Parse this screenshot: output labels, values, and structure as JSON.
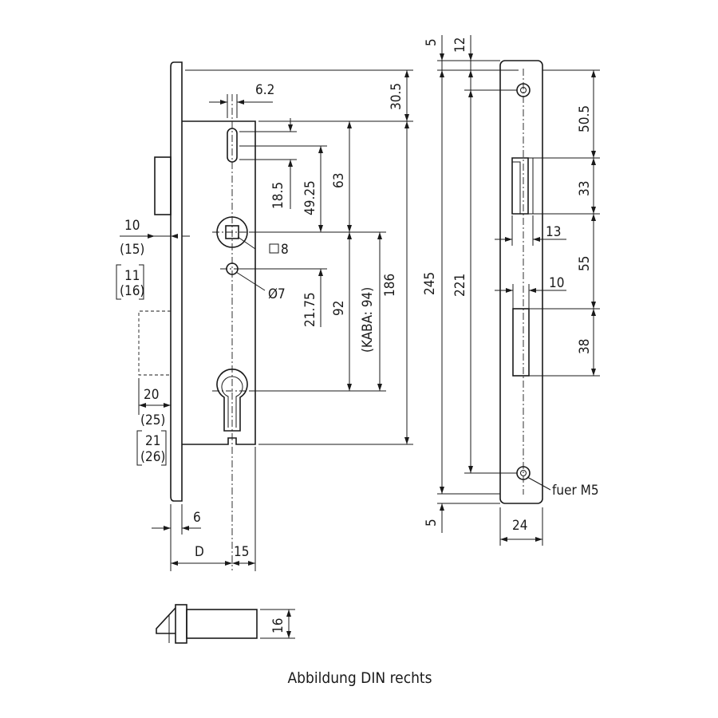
{
  "caption": "Abbildung DIN rechts",
  "dims": {
    "d_6_2": "6.2",
    "d_30_5": "30.5",
    "d_18_5": "18.5",
    "d_49_25": "49.25",
    "d_63": "63",
    "d_sq8": "8",
    "d_dia7": "Ø7",
    "d_21_75": "21.75",
    "d_92": "92",
    "d_kaba": "(KABA: 94)",
    "d_186": "186",
    "d_245": "245",
    "d_221": "221",
    "d_10": "10",
    "d_15p": "(15)",
    "d_11": "11",
    "d_16p": "(16)",
    "d_20": "20",
    "d_25p": "(25)",
    "d_21": "21",
    "d_26p": "(26)",
    "d_6": "6",
    "d_D": "D",
    "d_15": "15",
    "d_16": "16",
    "s_5_top": "5",
    "s_12": "12",
    "s_50_5": "50.5",
    "s_33": "33",
    "s_13": "13",
    "s_55": "55",
    "s_10": "10",
    "s_38": "38",
    "s_fuer_m5": "fuer M5",
    "s_5_bot": "5",
    "s_24": "24"
  }
}
